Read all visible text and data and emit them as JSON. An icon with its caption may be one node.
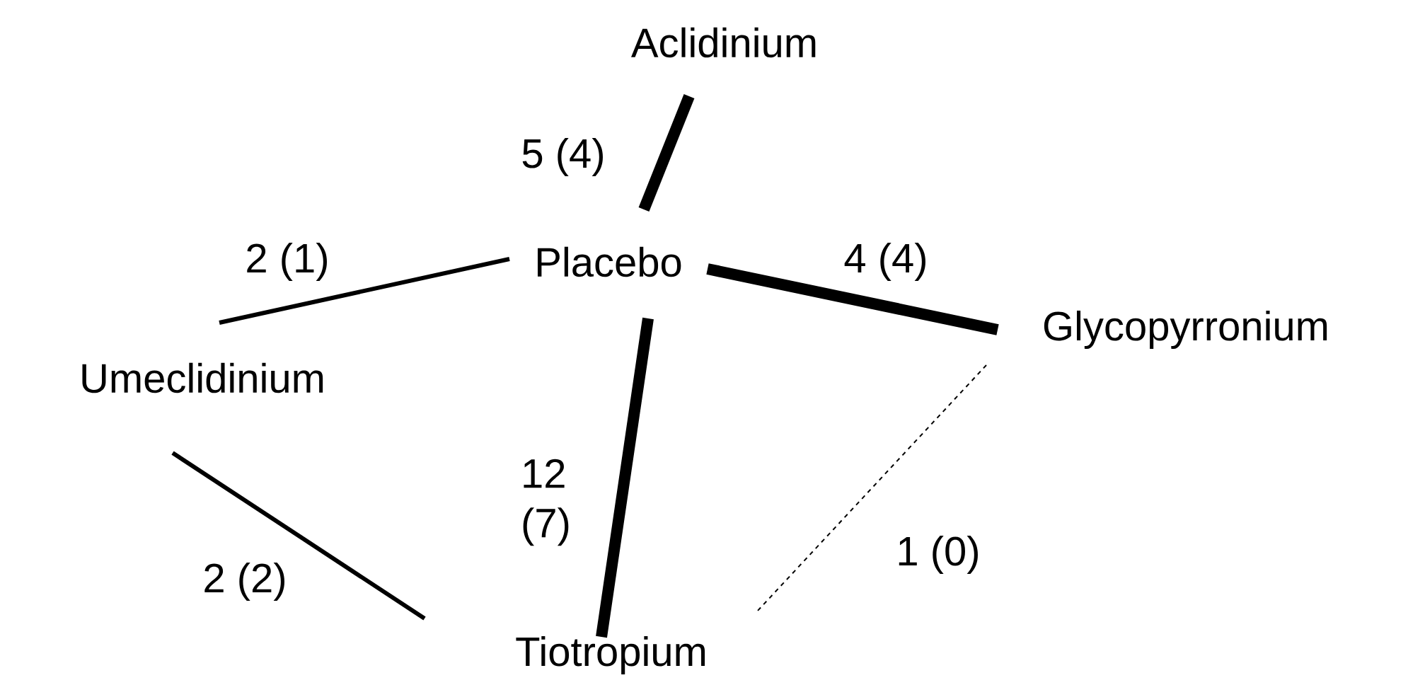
{
  "diagram": {
    "nodes": [
      {
        "text": [
          "Aclidinium"
        ]
      },
      {
        "text": [
          "Placebo"
        ]
      },
      {
        "text": [
          "Glycopyrronium"
        ]
      },
      {
        "text": [
          "Umeclidinium"
        ]
      },
      {
        "text": [
          "Tiotropium"
        ]
      }
    ],
    "edges": [
      {
        "from": 0,
        "to": 1,
        "arrow": "none",
        "label": "5 (4)",
        "style": "thick"
      },
      {
        "from": 1,
        "to": 3,
        "arrow": "none",
        "label": "2 (1)"
      },
      {
        "from": 1,
        "to": 2,
        "arrow": "none",
        "label": "4 (4)",
        "style": "thick"
      },
      {
        "from": 1,
        "to": 4,
        "arrow": "none",
        "label": "12 (7)",
        "style": "thick"
      },
      {
        "from": 3,
        "to": 4,
        "arrow": "none",
        "label": "2 (2)"
      },
      {
        "from": 2,
        "to": 4,
        "arrow": "none",
        "label": "1 (0)",
        "style": "dashed"
      }
    ]
  }
}
